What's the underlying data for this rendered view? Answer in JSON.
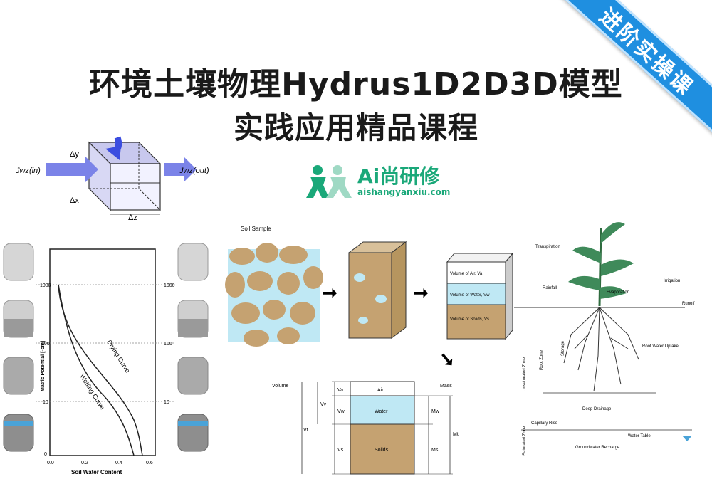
{
  "header": {
    "title_line1": "环境土壤物理Hydrus1D2D3D模型",
    "title_line2": "实践应用精品课程"
  },
  "ribbon": {
    "label": "进阶实操课",
    "color": "#1f8fe0"
  },
  "logo": {
    "name": "Ai尚研修",
    "url": "aishangyanxiu.com",
    "color": "#1aa879"
  },
  "cube_diagram": {
    "in_label": "Jwz(in)",
    "out_label": "Jwz(out)",
    "dy": "Δy",
    "dx": "Δx",
    "dz": "Δz"
  },
  "retention_chart": {
    "ylabel": "Matric Potential [-cm]",
    "xlabel": "Soil Water Content",
    "y_ticks": [
      "1000",
      "100",
      "10",
      "0"
    ],
    "x_ticks": [
      "0.0",
      "0.2",
      "0.4",
      "0.6"
    ],
    "curve_labels": [
      "Drying Curve",
      "Wetting Curve"
    ]
  },
  "soil_sample": {
    "title": "Soil Sample",
    "layers": [
      "Volume of Air, Va",
      "Volume of Water, Vw",
      "Volume of Solids, Vs"
    ]
  },
  "phase_diagram": {
    "volume_header": "Volume",
    "mass_header": "Mass",
    "rows": [
      {
        "vol": "Va",
        "phase": "Air"
      },
      {
        "vol": "Vw",
        "phase": "Water",
        "mass": "Mw"
      },
      {
        "vol": "Vs",
        "phase": "Solids",
        "mass": "Ms"
      }
    ],
    "vv": "Vv",
    "vt": "Vt",
    "mt": "Mt"
  },
  "plant_diagram": {
    "transpiration": "Transpiration",
    "rainfall": "Rainfall",
    "evaporation": "Evaporation",
    "irrigation": "Irrigation",
    "runoff": "Runoff",
    "root_uptake": "Root Water Uptake",
    "storage": "Storage",
    "root_zone": "Root Zone",
    "deep_drainage": "Deep Drainage",
    "unsaturated_zone": "Unsaturated Zone",
    "capillary_rise": "Capillary Rise",
    "water_table": "Water Table",
    "recharge": "Groundwater Recharge",
    "saturated_zone": "Saturated Zone"
  }
}
